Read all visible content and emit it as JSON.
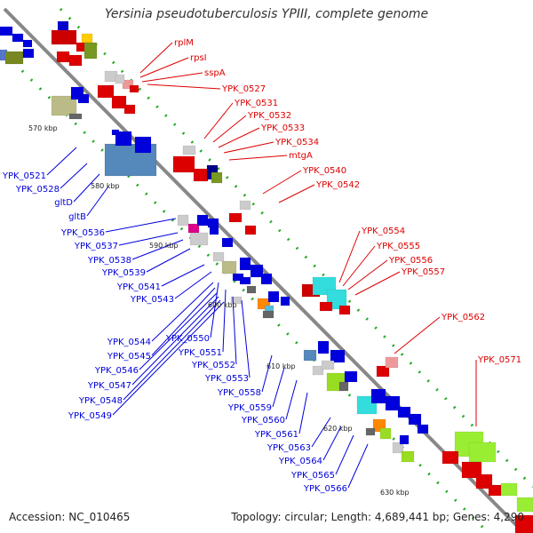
{
  "title": "Yersinia pseudotuberculosis YPIII, complete genome",
  "accession": "Accession: NC_010465",
  "footer": "Topology: circular; Length: 4,689,441 bp; Genes: 4,290",
  "kbp_labels": [
    "570 kbp",
    "580 kbp",
    "590 kbp",
    "600 kbp",
    "610 kbp",
    "620 kbp",
    "630 kbp"
  ],
  "colors": {
    "forward_gene": "#0000dd",
    "reverse_gene": "#dd0000",
    "backbone": "#888888",
    "tick": "#22aa22"
  },
  "genes_reverse": [
    "rplM",
    "rpsI",
    "sspA",
    "YPK_0527",
    "YPK_0531",
    "YPK_0532",
    "YPK_0533",
    "YPK_0534",
    "mtgA",
    "YPK_0540",
    "YPK_0542",
    "YPK_0554",
    "YPK_0555",
    "YPK_0556",
    "YPK_0557",
    "YPK_0562",
    "YPK_0571"
  ],
  "genes_forward": [
    "YPK_0521",
    "YPK_0528",
    "gltD",
    "gltB",
    "YPK_0536",
    "YPK_0537",
    "YPK_0538",
    "YPK_0539",
    "YPK_0541",
    "YPK_0543",
    "YPK_0544",
    "YPK_0550",
    "YPK_0545",
    "YPK_0551",
    "YPK_0546",
    "YPK_0552",
    "YPK_0547",
    "YPK_0553",
    "YPK_0548",
    "YPK_0558",
    "YPK_0549",
    "YPK_0559",
    "YPK_0560",
    "YPK_0561",
    "YPK_0563",
    "YPK_0564",
    "YPK_0565",
    "YPK_0566"
  ]
}
